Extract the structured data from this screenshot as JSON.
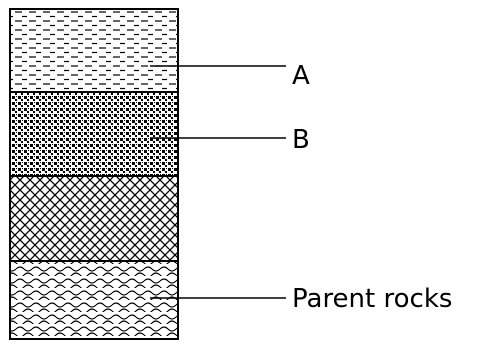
{
  "diagram": {
    "layers": [
      {
        "id": "A",
        "label": "A",
        "pattern": "dashes"
      },
      {
        "id": "B",
        "label": "B",
        "pattern": "dots"
      },
      {
        "id": "C",
        "label": "",
        "pattern": "crosshatch"
      },
      {
        "id": "D",
        "label": "Parent rocks",
        "pattern": "waves"
      }
    ],
    "colors": {
      "ink": "#000000",
      "background": "#ffffff"
    }
  }
}
